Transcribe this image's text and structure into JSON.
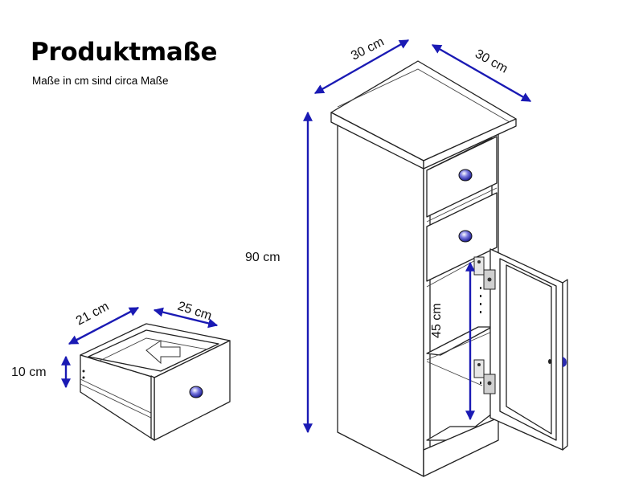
{
  "title": "Produktmaße",
  "subtitle": "Maße in cm sind circa Maße",
  "colors": {
    "dimension_line": "#1a1ab4",
    "outline": "#222222",
    "knob": "#2a2ab0"
  },
  "cabinet": {
    "width_label": "30 cm",
    "depth_label": "30 cm",
    "height_label": "90 cm",
    "compartment_label": "45 cm"
  },
  "drawer": {
    "width_label": "21 cm",
    "depth_label": "25 cm",
    "height_label": "10 cm"
  }
}
